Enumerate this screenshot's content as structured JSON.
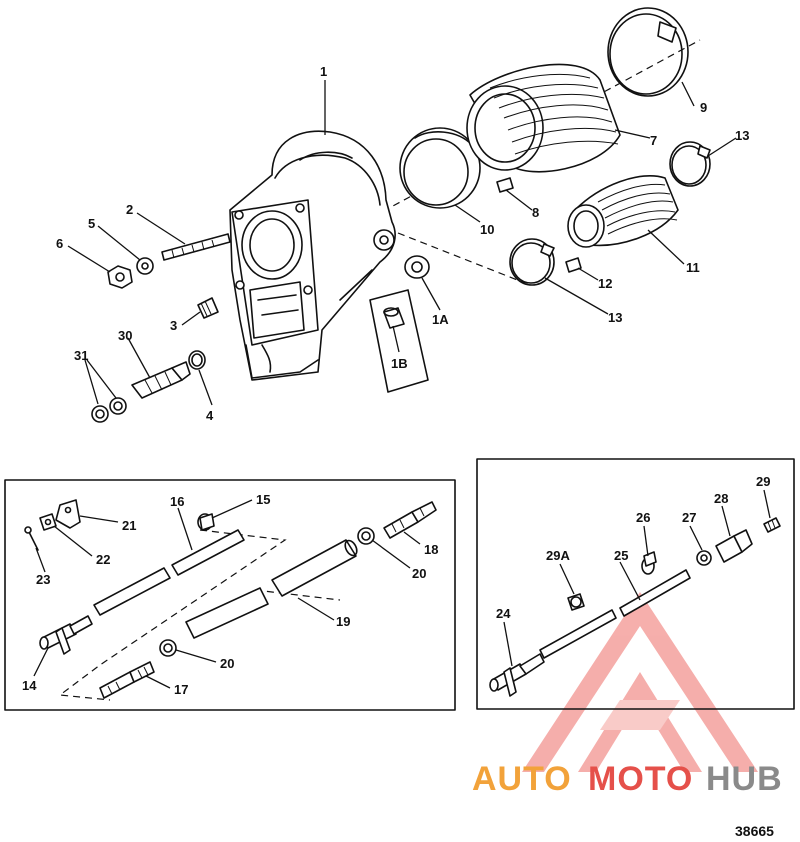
{
  "figure_number": "38665",
  "watermark": {
    "part1": "AUTO",
    "part2": "MOTO",
    "part3": "HUB",
    "color_orange": "#f2a23a",
    "color_red": "#e5504a",
    "color_gray": "#8a8a8a"
  },
  "callouts": {
    "c1": "1",
    "c1a": "1A",
    "c1b": "1B",
    "c2": "2",
    "c3": "3",
    "c4": "4",
    "c5": "5",
    "c6": "6",
    "c7": "7",
    "c8": "8",
    "c9": "9",
    "c10": "10",
    "c11": "11",
    "c12": "12",
    "c13a": "13",
    "c13b": "13",
    "c14": "14",
    "c15": "15",
    "c16": "16",
    "c17": "17",
    "c18": "18",
    "c19": "19",
    "c20a": "20",
    "c20b": "20",
    "c21": "21",
    "c22": "22",
    "c23": "23",
    "c24": "24",
    "c25": "25",
    "c26": "26",
    "c27": "27",
    "c28": "28",
    "c29": "29",
    "c29a": "29A",
    "c30": "30",
    "c31": "31"
  }
}
